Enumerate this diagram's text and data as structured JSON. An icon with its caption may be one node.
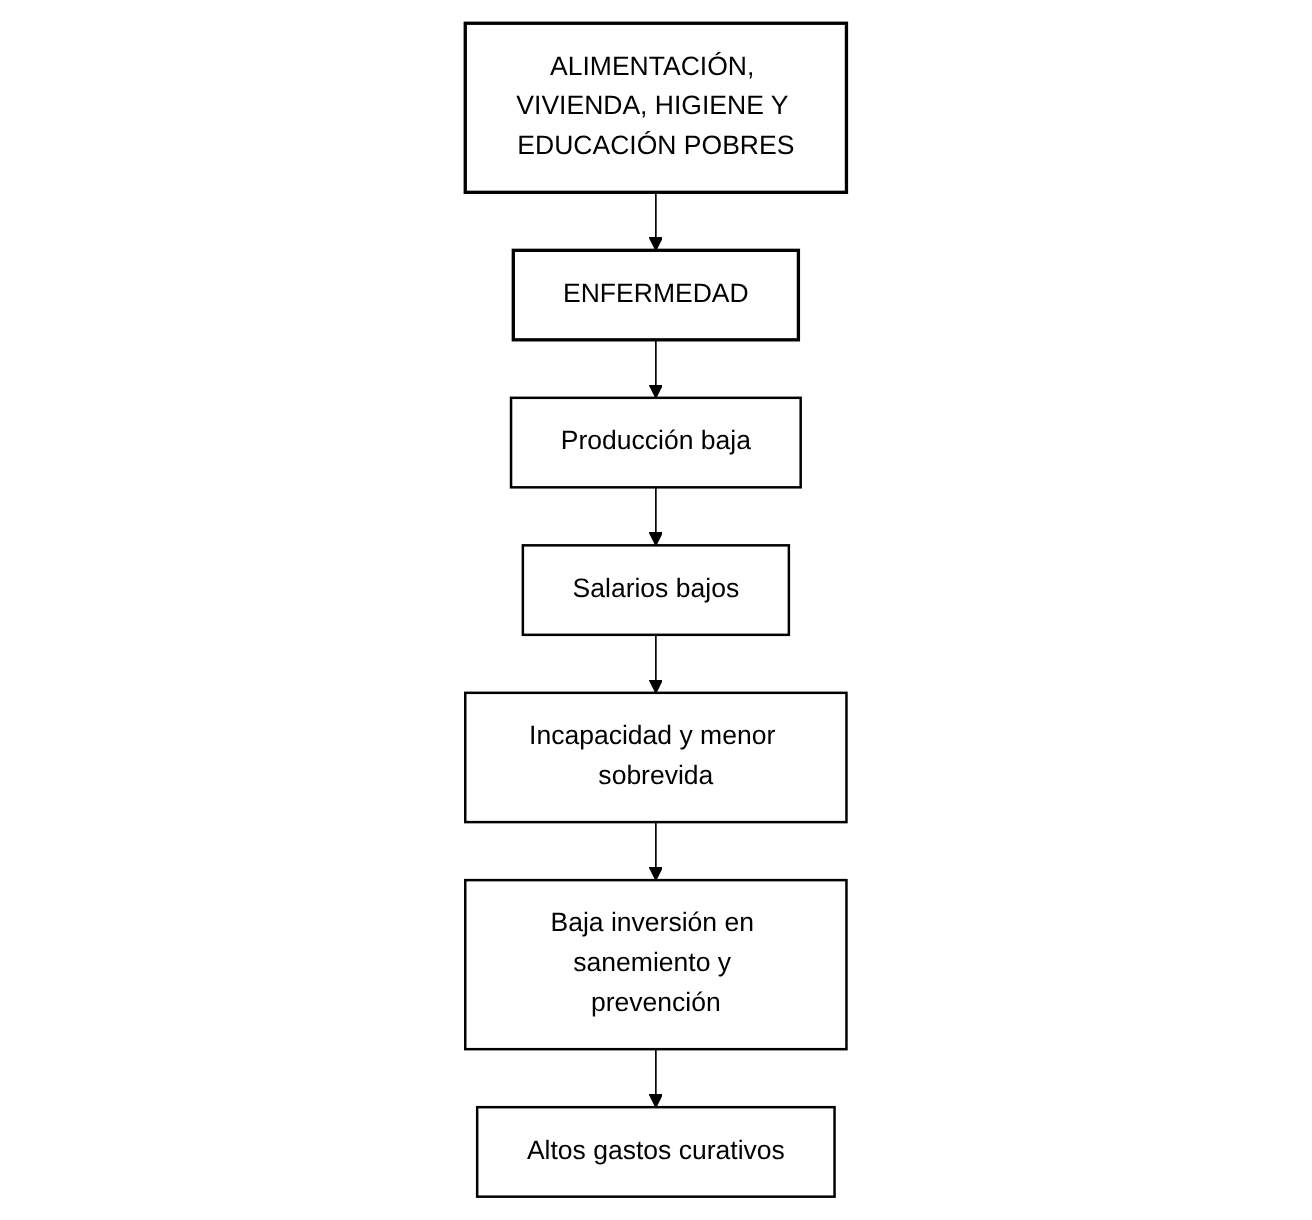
{
  "diagram": {
    "nodes": [
      {
        "text": [
          "ALIMENTACIÓN, VIVIENDA, HIGIENE Y EDUCACIÓN POBRES"
        ]
      },
      {
        "text": [
          "ENFERMEDAD"
        ]
      },
      {
        "text": [
          "Producción baja"
        ]
      },
      {
        "text": [
          "Salarios bajos"
        ]
      },
      {
        "text": [
          "Incapacidad y menor sobrevida"
        ]
      },
      {
        "text": [
          "Baja inversión en sanemiento y prevención"
        ]
      },
      {
        "text": [
          "Altos gastos curativos"
        ]
      }
    ],
    "edges": [
      {
        "from": 0,
        "to": 1,
        "arrow": "to"
      },
      {
        "from": 1,
        "to": 2,
        "arrow": "to"
      },
      {
        "from": 2,
        "to": 3,
        "arrow": "to"
      },
      {
        "from": 3,
        "to": 4,
        "arrow": "to"
      },
      {
        "from": 4,
        "to": 5,
        "arrow": "to"
      },
      {
        "from": 5,
        "to": 6,
        "arrow": "to"
      }
    ]
  }
}
